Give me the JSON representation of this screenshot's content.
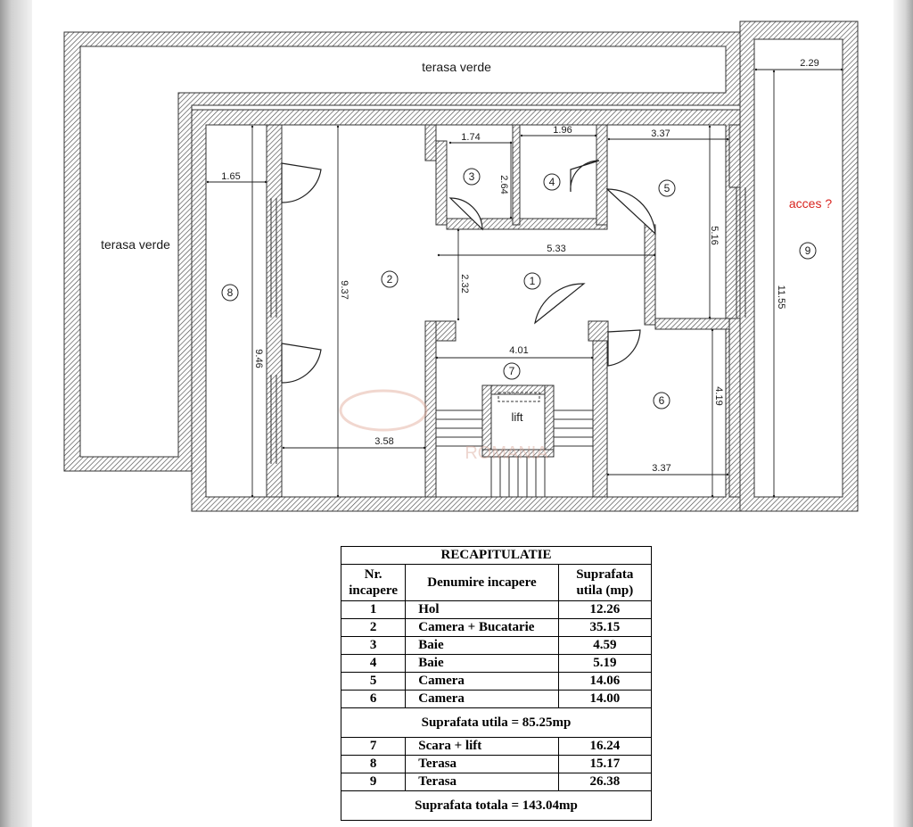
{
  "plan": {
    "terrace_top_label": "terasa verde",
    "terrace_left_label": "terasa verde",
    "lift_label": "lift",
    "access_label": "acces ?",
    "watermark_text": "ROMANIA",
    "room_numbers": [
      "1",
      "2",
      "3",
      "4",
      "5",
      "6",
      "7",
      "8",
      "9"
    ],
    "dimensions": {
      "d_229": "2.29",
      "d_174": "1.74",
      "d_196": "1.96",
      "d_337_top": "3.37",
      "d_165": "1.65",
      "d_264": "2.64",
      "d_533": "5.33",
      "d_516": "5.16",
      "d_937": "9.37",
      "d_232": "2.32",
      "d_1155": "11.55",
      "d_401": "4.01",
      "d_946": "9.46",
      "d_419": "4.19",
      "d_358": "3.58",
      "d_337_bottom": "3.37"
    },
    "colors": {
      "hatch": "#555555",
      "annotation_red": "#d8241f",
      "ink": "#1a1a1a"
    }
  },
  "recap": {
    "title": "RECAPITULATIE",
    "headers": {
      "nr_line1": "Nr.",
      "nr_line2": "incapere",
      "name": "Denumire incapere",
      "area_line1": "Suprafata",
      "area_line2": "utila (mp)"
    },
    "rows_a": [
      {
        "nr": "1",
        "name": "Hol",
        "area": "12.26"
      },
      {
        "nr": "2",
        "name": "Camera + Bucatarie",
        "area": "35.15"
      },
      {
        "nr": "3",
        "name": "Baie",
        "area": "4.59"
      },
      {
        "nr": "4",
        "name": "Baie",
        "area": "5.19"
      },
      {
        "nr": "5",
        "name": "Camera",
        "area": "14.06"
      },
      {
        "nr": "6",
        "name": "Camera",
        "area": "14.00"
      }
    ],
    "subtotal": "Suprafata utila = 85.25mp",
    "rows_b": [
      {
        "nr": "7",
        "name": "Scara + lift",
        "area": "16.24"
      },
      {
        "nr": "8",
        "name": "Terasa",
        "area": "15.17"
      },
      {
        "nr": "9",
        "name": "Terasa",
        "area": "26.38"
      }
    ],
    "total": "Suprafata totala = 143.04mp"
  }
}
